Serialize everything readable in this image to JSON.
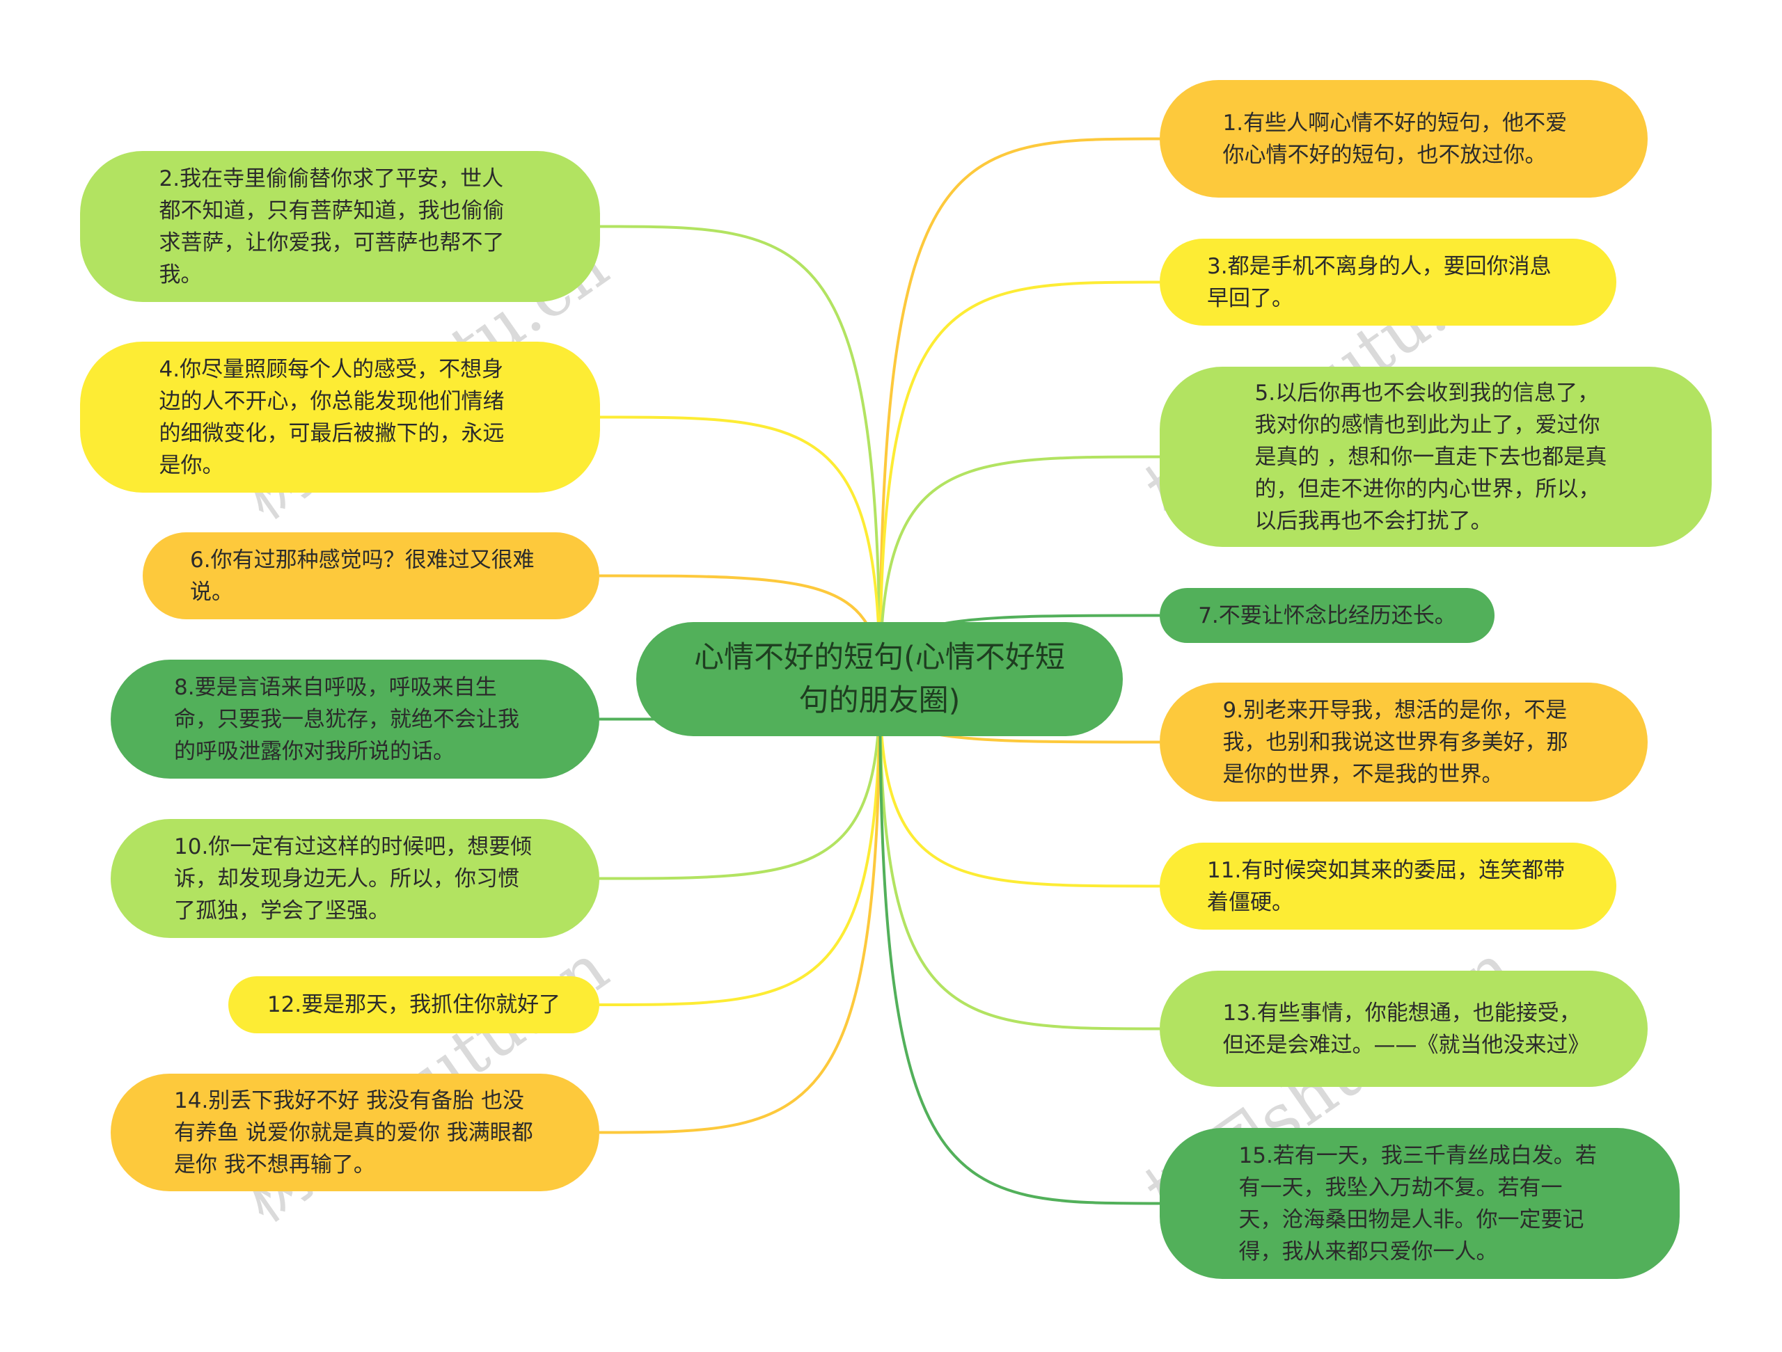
{
  "center": {
    "text": "心情不好的短句(心情不好短句的朋友圈)"
  },
  "colors": {
    "orange": "#fdc93c",
    "yellow": "#fdec34",
    "lgreen": "#b2e361",
    "green": "#52b05a"
  },
  "nodes": [
    {
      "id": 1,
      "side": "right",
      "color": "orange",
      "text": "1.有些人啊心情不好的短句，他不爱你心情不好的短句，也不放过你。"
    },
    {
      "id": 2,
      "side": "left",
      "color": "lgreen",
      "text": "2.我在寺里偷偷替你求了平安，世人都不知道，只有菩萨知道，我也偷偷求菩萨，让你爱我，可菩萨也帮不了我。"
    },
    {
      "id": 3,
      "side": "right",
      "color": "yellow",
      "text": "3.都是手机不离身的人，要回你消息早回了。"
    },
    {
      "id": 4,
      "side": "left",
      "color": "yellow",
      "text": "4.你尽量照顾每个人的感受，不想身边的人不开心，你总能发现他们情绪的细微变化，可最后被撇下的，永远是你。"
    },
    {
      "id": 5,
      "side": "right",
      "color": "lgreen",
      "text": "5.以后你再也不会收到我的信息了，我对你的感情也到此为止了，爱过你是真的 ，想和你一直走下去也都是真的，但走不进你的内心世界，所以，以后我再也不会打扰了。"
    },
    {
      "id": 6,
      "side": "left",
      "color": "orange",
      "text": "6.你有过那种感觉吗？很难过又很难说。"
    },
    {
      "id": 7,
      "side": "right",
      "color": "green",
      "text": "7.不要让怀念比经历还长。"
    },
    {
      "id": 8,
      "side": "left",
      "color": "green",
      "text": "8.要是言语来自呼吸，呼吸来自生命，只要我一息犹存，就绝不会让我的呼吸泄露你对我所说的话。"
    },
    {
      "id": 9,
      "side": "right",
      "color": "orange",
      "text": "9.别老来开导我，想活的是你，不是我，也别和我说这世界有多美好，那是你的世界，不是我的世界。"
    },
    {
      "id": 10,
      "side": "left",
      "color": "lgreen",
      "text": "10.你一定有过这样的时候吧，想要倾诉，却发现身边无人。所以，你习惯了孤独，学会了坚强。"
    },
    {
      "id": 11,
      "side": "right",
      "color": "yellow",
      "text": "11.有时候突如其来的委屈，连笑都带着僵硬。"
    },
    {
      "id": 12,
      "side": "left",
      "color": "yellow",
      "text": "12.要是那天，我抓住你就好了"
    },
    {
      "id": 13,
      "side": "right",
      "color": "lgreen",
      "text": "13.有些事情，你能想通，也能接受，但还是会难过。——《就当他没来过》"
    },
    {
      "id": 14,
      "side": "left",
      "color": "orange",
      "text": "14.别丢下我好不好 我没有备胎 也没有养鱼 说爱你就是真的爱你 我满眼都是你 我不想再输了。"
    },
    {
      "id": 15,
      "side": "right",
      "color": "green",
      "text": "15.若有一天，我三千青丝成白发。若有一天，我坠入万劫不复。若有一天，沧海桑田物是人非。你一定要记得，我从来都只爱你一人。"
    }
  ],
  "watermark": "树图shutu.cn"
}
